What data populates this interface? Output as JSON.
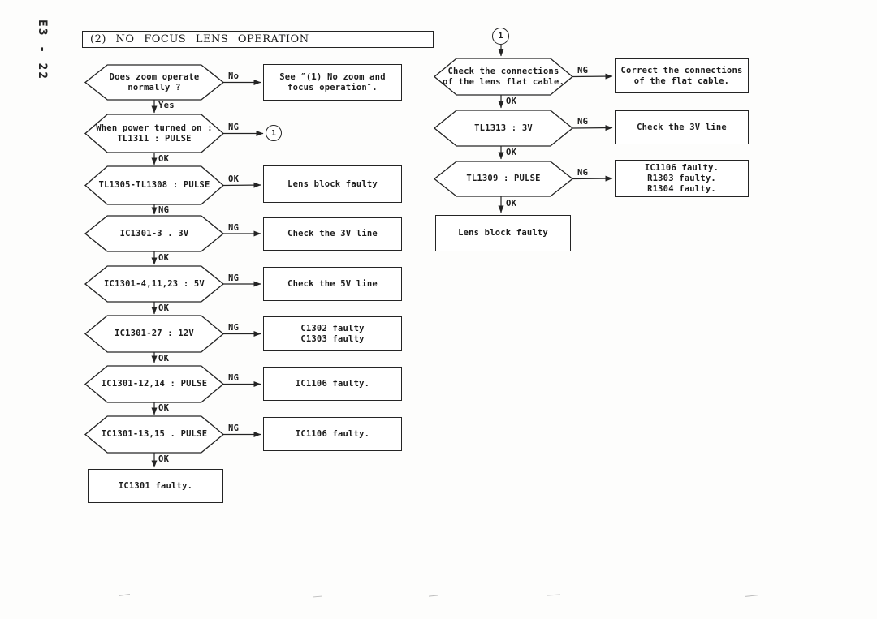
{
  "page": {
    "page_code": "E3 - 22",
    "title": "(2) NO FOCUS LENS OPERATION"
  },
  "left": {
    "connector_label": "1",
    "hexagons": [
      {
        "text": "Does zoom operate\nnormally ?",
        "down": "Yes",
        "side": "No"
      },
      {
        "text": "When power turned on :\nTL1311 : PULSE",
        "down": "OK",
        "side": "NG"
      },
      {
        "text": "TL1305-TL1308 : PULSE",
        "down": "NG",
        "side": "OK"
      },
      {
        "text": "IC1301-3 . 3V",
        "down": "OK",
        "side": "NG"
      },
      {
        "text": "IC1301-4,11,23 : 5V",
        "down": "OK",
        "side": "NG"
      },
      {
        "text": "IC1301-27 : 12V",
        "down": "OK",
        "side": "NG"
      },
      {
        "text": "IC1301-12,14 : PULSE",
        "down": "OK",
        "side": "NG"
      },
      {
        "text": "IC1301-13,15 . PULSE",
        "down": "OK",
        "side": "NG"
      }
    ],
    "boxes": [
      "See ″(1) No zoom and\nfocus operation″.",
      "Lens block faulty",
      "Check the 3V line",
      "Check the 5V line",
      "C1302 faulty\nC1303 faulty",
      "IC1106 faulty.",
      "IC1106 faulty."
    ],
    "end_box": "IC1301 faulty."
  },
  "right": {
    "connector_label": "1",
    "hexagons": [
      {
        "text": "Check the connections\nof the lens flat cable.",
        "down": "OK",
        "side": "NG"
      },
      {
        "text": "TL1313 : 3V",
        "down": "OK",
        "side": "NG"
      },
      {
        "text": "TL1309 : PULSE",
        "down": "OK",
        "side": "NG"
      }
    ],
    "boxes": [
      "Correct the connections\nof the flat cable.",
      "Check the 3V line",
      "IC1106 faulty.\nR1303 faulty.\nR1304 faulty."
    ],
    "end_box": "Lens block faulty"
  }
}
